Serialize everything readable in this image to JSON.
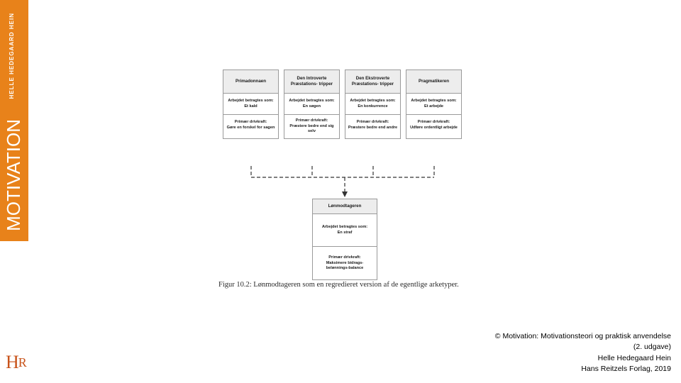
{
  "book": {
    "author": "HELLE HEDEGAARD HEIN",
    "title": "MOTIVATION",
    "edition": "2. UDGAVE",
    "logo_h": "H",
    "logo_r": "R"
  },
  "figure": {
    "caption": "Figur 10.2: Lønmodtageren som en regredieret version af de egentlige arketyper.",
    "archetypes": [
      {
        "name": "Primadonnaen",
        "work_label": "Arbejdet betragtes som:",
        "work_value": "Et kald",
        "driver_label": "Primær drivkraft:",
        "driver_value": "Gøre en forskel for sagen"
      },
      {
        "name": "Den Introverte Præstations- tripper",
        "work_label": "Arbejdet betragtes som:",
        "work_value": "En søgen",
        "driver_label": "Primær drivkraft:",
        "driver_value": "Præstere bedre end sig selv"
      },
      {
        "name": "Den Ekstroverte Præstations- tripper",
        "work_label": "Arbejdet betragtes som:",
        "work_value": "En konkurrence",
        "driver_label": "Primær drivkraft:",
        "driver_value": "Præstere bedre end andre"
      },
      {
        "name": "Pragmatikeren",
        "work_label": "Arbejdet betragtes som:",
        "work_value": "Et arbejde",
        "driver_label": "Primær drivkraft:",
        "driver_value": "Udføre ordentligt arbejde"
      }
    ],
    "result": {
      "name": "Lønmodtageren",
      "work_label": "Arbejdet betragtes som:",
      "work_value": "En straf",
      "driver_label": "Primær drivkraft:",
      "driver_value": "Maksimere bidrags-belønnings-balance"
    }
  },
  "colors": {
    "spine": "#E8821A",
    "logo": "#C8531A",
    "card_header": "#ededed",
    "card_border": "#9a9a9a"
  },
  "copyright": {
    "line1": "© Motivation: Motivationsteori og praktisk anvendelse",
    "line2": "(2. udgave)",
    "line3": "Helle Hedegaard Hein",
    "line4": "Hans Reitzels Forlag, 2019"
  }
}
